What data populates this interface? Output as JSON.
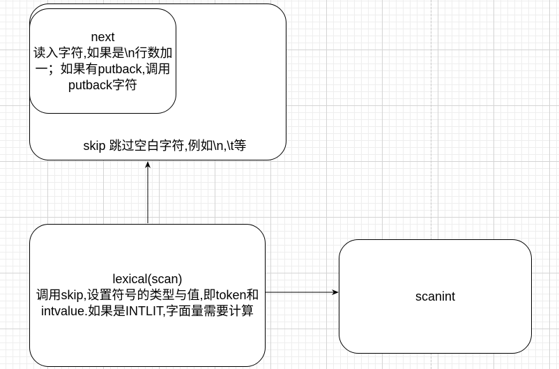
{
  "nodes": {
    "skip": {
      "text": "skip 跳过空白字符,例如\\n,\\t等"
    },
    "next": {
      "lines": [
        "next",
        "读入字符,如果是\\n行数加一；如果有putback,调用putback字符"
      ]
    },
    "lexical": {
      "lines": [
        "lexical(scan)",
        "调用skip,设置符号的类型与值,即token和intvalue.如果是INTLIT,字面量需要计算"
      ]
    },
    "scanint": {
      "text": "scanint"
    }
  },
  "edges": [
    {
      "from": "lexical",
      "to": "skip"
    },
    {
      "from": "lexical",
      "to": "scanint"
    }
  ]
}
